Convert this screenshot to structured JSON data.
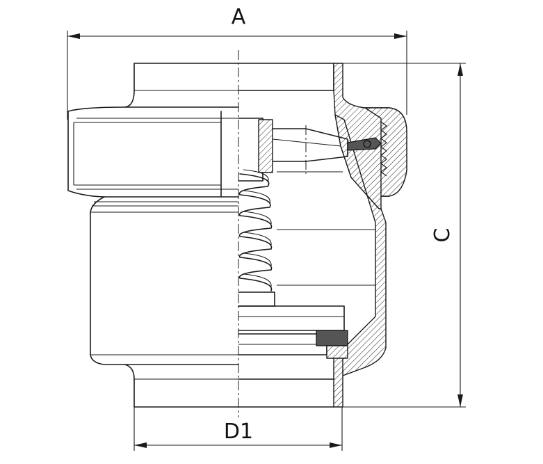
{
  "labels": {
    "width_dim": "A",
    "height_dim": "C",
    "diameter_dim": "D1"
  }
}
